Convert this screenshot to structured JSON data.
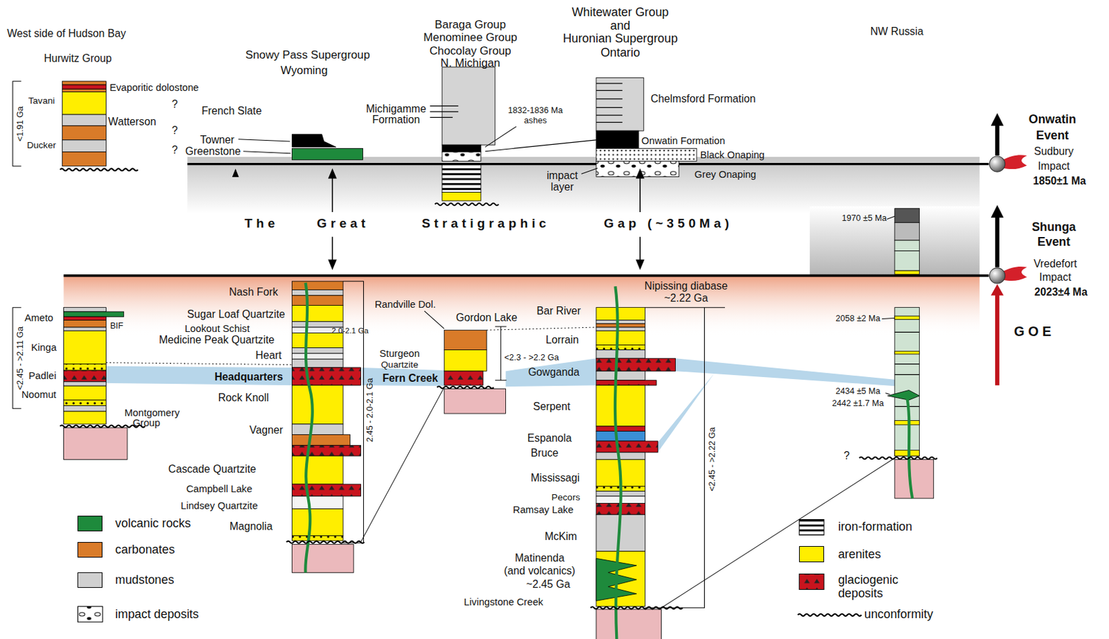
{
  "diagram": {
    "labels": [
      "West side of Hudson Bay",
      "Hurwitz Group",
      "<1.91 Ga",
      "Tavani",
      "Evaporitic dolostone",
      "Watterson",
      "Ducker",
      "?",
      "?",
      "?",
      "Snowy Pass Supergroup",
      "Wyoming",
      "French Slate",
      "Towner",
      "Greenstone",
      "Baraga Group",
      "Menominee Group",
      "Chocolay Group",
      "N. Michigan",
      "Michigamme",
      "Formation",
      "1832-1836 Ma",
      "ashes",
      "Whitewater Group",
      "and",
      "Huronian Supergroup",
      "Ontario",
      "Chelmsford Formation",
      "Onwatin Formation",
      "Black Onaping",
      "impact",
      "layer",
      "Grey Onaping",
      "NW Russia",
      "Onwatin",
      "Event",
      "Sudbury",
      "Impact",
      "1850±1 Ma",
      "The",
      "Great",
      "Stratigraphic",
      "Gap (~350Ma)",
      "1970 ±5 Ma",
      "Shunga",
      "Event",
      "Vredefort",
      "Impact",
      "2023±4 Ma",
      "G O E",
      "Nash Fork",
      "Nipissing diabase",
      "~2.22 Ga",
      "Sugar Loaf Quartzite",
      "Randville Dol.",
      "Ameto",
      "Bar River",
      "Gordon Lake",
      "BIF",
      "Lookout Schist",
      "2.0-2.1 Ga",
      "Medicine Peak Quartzite",
      "Lorrain",
      "Kinga",
      "Sturgeon",
      "Heart",
      "<2.3 - >2.2 Ga",
      "Quartzite",
      "Padlei",
      "Headquarters",
      "Fern Creek",
      "Gowganda",
      "Noomut",
      "Rock Knoll",
      "Serpent",
      "Montgomery",
      "Group",
      "<2.45 - >2.11 Ga",
      "Vagner",
      "2.45 - 2.0-2.1 Ga",
      "Espanola",
      "Bruce",
      "Cascade Quartzite",
      "Mississagi",
      "Campbell Lake",
      "Pecors",
      "Lindsey Quartzite",
      "Ramsay Lake",
      "Magnolia",
      "McKim",
      "Matinenda",
      "(and volcanics)",
      "~2.45 Ga",
      "Livingstone Creek",
      "<2.45 - >2.22 Ga",
      "2058 ±2 Ma",
      "2434 ±5 Ma",
      "2442 ±1.7 Ma",
      "?"
    ],
    "legend": [
      {
        "text": "volcanic rocks",
        "color": "#1e8a3c"
      },
      {
        "text": "carbonates",
        "color": "#d97b29"
      },
      {
        "text": "mudstones",
        "color": "#d0d0d0"
      },
      {
        "text": "impact deposits"
      },
      {
        "text": "iron-formation"
      },
      {
        "text": "arenites",
        "color": "#ffee00"
      },
      {
        "text": "glaciogenic deposits"
      },
      {
        "text": "unconformity"
      }
    ]
  }
}
